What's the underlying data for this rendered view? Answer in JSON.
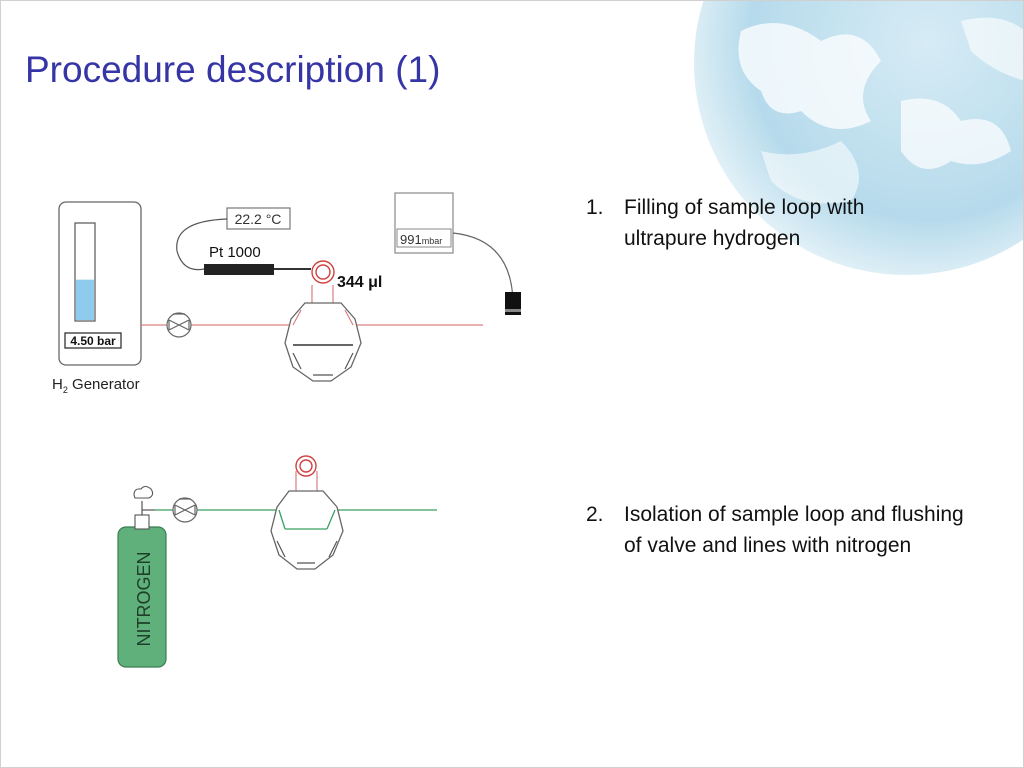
{
  "slide": {
    "title": "Procedure description (1)"
  },
  "diagram1": {
    "temperature": "22.2 °C",
    "sensor": "Pt 1000",
    "pressure_gauge": "991",
    "pressure_unit": "mbar",
    "loop_volume": "344 μl",
    "generator_pressure": "4.50 bar",
    "generator_label_prefix": "H",
    "generator_label_sub": "2",
    "generator_label_suffix": " Generator",
    "generator_fill_fraction": 0.42
  },
  "diagram2": {
    "cylinder_label": "NITROGEN"
  },
  "steps": [
    {
      "number": "1.",
      "text": "Filling of sample loop with ultrapure hydrogen"
    },
    {
      "number": "2.",
      "text": "Isolation of sample loop and flushing of valve and lines with nitrogen"
    }
  ],
  "colors": {
    "title": "#3535a5",
    "hydrogen_line": "#d98080",
    "nitrogen_line": "#3aa060",
    "cylinder": "#5fb07a",
    "liquid": "#8ecbec",
    "loop": "#d04040"
  }
}
